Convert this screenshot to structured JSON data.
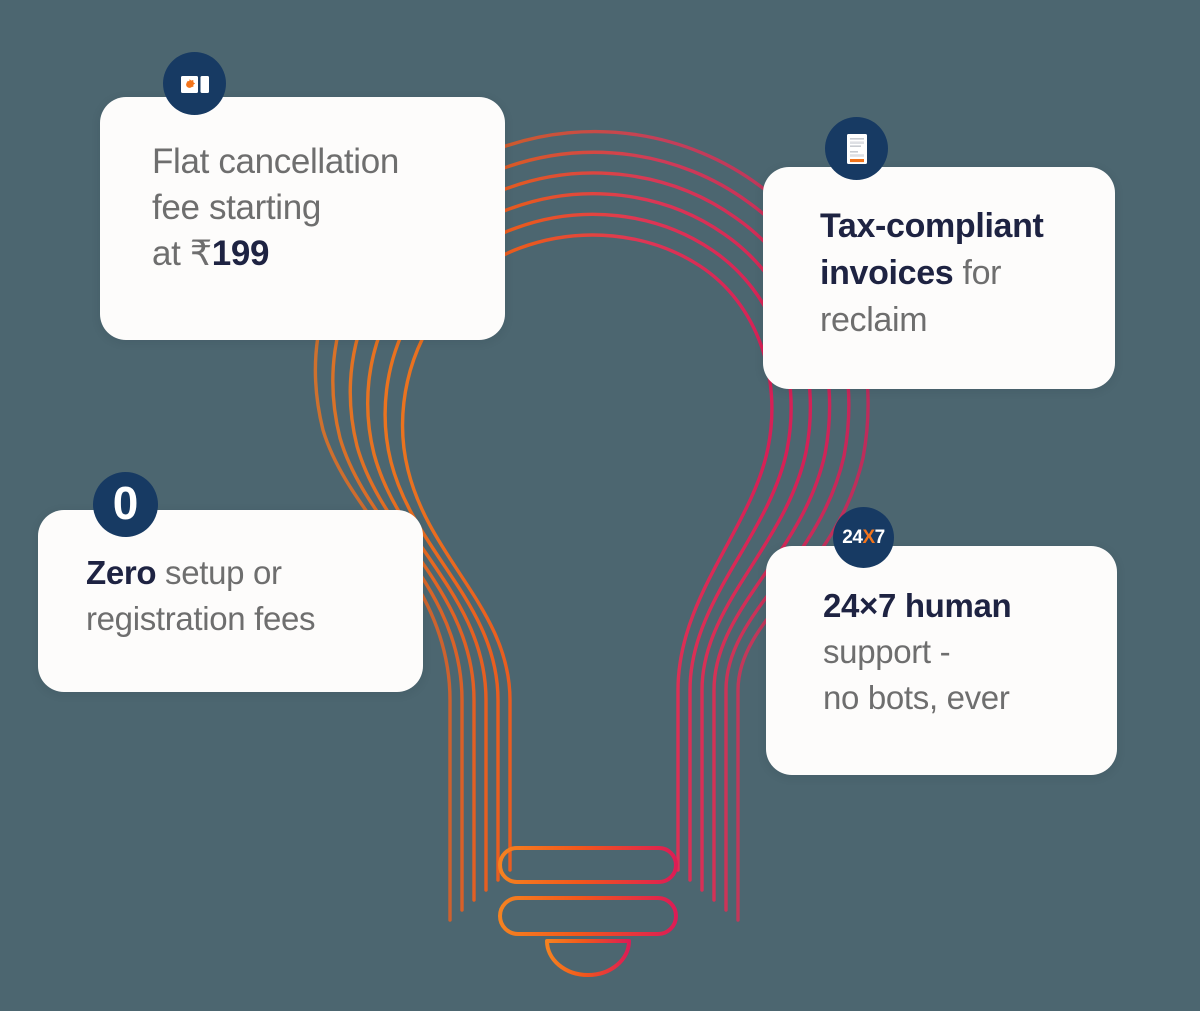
{
  "page": {
    "title": "Why choose us - benefits lightbulb",
    "background_color": "#4C6670"
  },
  "theme": {
    "card_background": "#FDFCFB",
    "badge_navy": "#173A63",
    "text_gray": "#6E6E6E",
    "text_navy": "#1E2342",
    "accent_orange": "#F2741B",
    "accent_crimson": "#E0234E"
  },
  "cards": [
    {
      "id": "flat-fee",
      "icon": "ticket-coupon-icon",
      "text_plain": "Flat cancellation fee starting at ₹199",
      "line1": "Flat cancellation",
      "line2": "fee starting",
      "line3_prefix": "at ",
      "line3_rupee": "₹",
      "line3_bold": "199"
    },
    {
      "id": "tax",
      "icon": "invoice-document-icon",
      "text_plain": "Tax-compliant invoices for reclaim",
      "line1_bold": "Tax-compliant",
      "line2_bold": "invoices",
      "line2_rest": " for",
      "line3": "reclaim"
    },
    {
      "id": "zero",
      "icon": "zero-circle-icon",
      "badge_glyph": "0",
      "text_plain": "Zero setup or registration fees",
      "line1_bold": "Zero",
      "line1_rest": " setup or",
      "line2": "registration fees"
    },
    {
      "id": "support",
      "icon": "twenty-four-by-seven-icon",
      "badge_prefix": "24",
      "badge_x": "X",
      "badge_suffix": "7",
      "text_plain": "24×7 human support - no bots, ever",
      "line1_bold": "24×7 human",
      "line2": "support -",
      "line3": "no bots, ever"
    }
  ]
}
